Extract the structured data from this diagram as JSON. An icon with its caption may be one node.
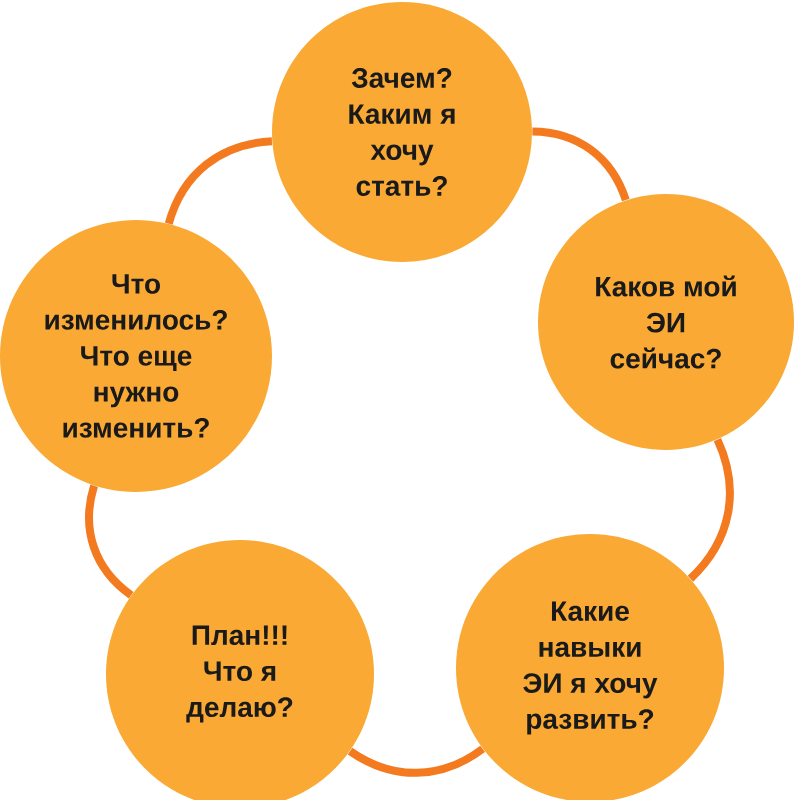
{
  "diagram": {
    "nodes": [
      {
        "text": [
          "Зачем? Каким я хочу стать?"
        ]
      },
      {
        "text": [
          "Каков мой ЭИ сейчас?"
        ]
      },
      {
        "text": [
          "Какие навыки ЭИ я хочу развить?"
        ]
      },
      {
        "text": [
          "План!!! Что я делаю?"
        ]
      },
      {
        "text": [
          "Что изменилось? Что еще нужно изменить?"
        ]
      }
    ],
    "edges": [
      {
        "from": 0,
        "to": 1,
        "arrow": "none"
      },
      {
        "from": 1,
        "to": 2,
        "arrow": "none"
      },
      {
        "from": 2,
        "to": 3,
        "arrow": "none"
      },
      {
        "from": 3,
        "to": 4,
        "arrow": "none"
      },
      {
        "from": 4,
        "to": 0,
        "arrow": "none"
      }
    ]
  }
}
